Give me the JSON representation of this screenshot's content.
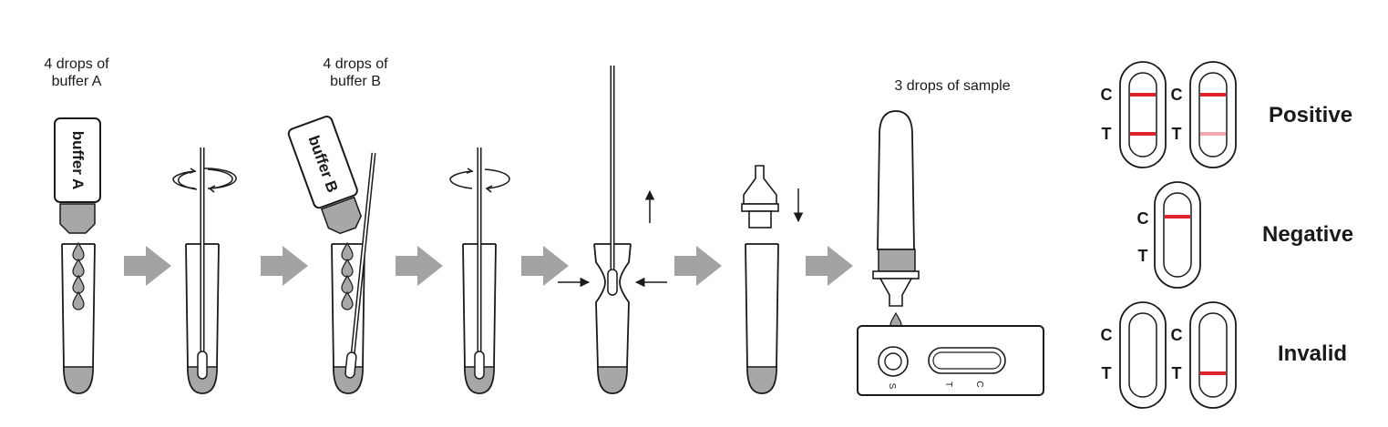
{
  "steps": {
    "step1": {
      "label_line1": "4 drops of",
      "label_line2": "buffer A",
      "bottle_text": "buffer A"
    },
    "step3": {
      "label_line1": "4 drops of",
      "label_line2": "buffer B",
      "bottle_text": "buffer B"
    },
    "step7": {
      "label": "3 drops of sample"
    }
  },
  "cassette": {
    "well_label": "S",
    "window_t": "T",
    "window_c": "C"
  },
  "results": {
    "positive": "Positive",
    "negative": "Negative",
    "invalid": "Invalid",
    "c_marker": "C",
    "t_marker": "T"
  },
  "colors": {
    "line": "#1a1a1a",
    "fill_gray": "#a7a7a7",
    "arrow_gray": "#a3a3a3",
    "band_red": "#e0242f",
    "band_faint": "#f2a8ad"
  }
}
